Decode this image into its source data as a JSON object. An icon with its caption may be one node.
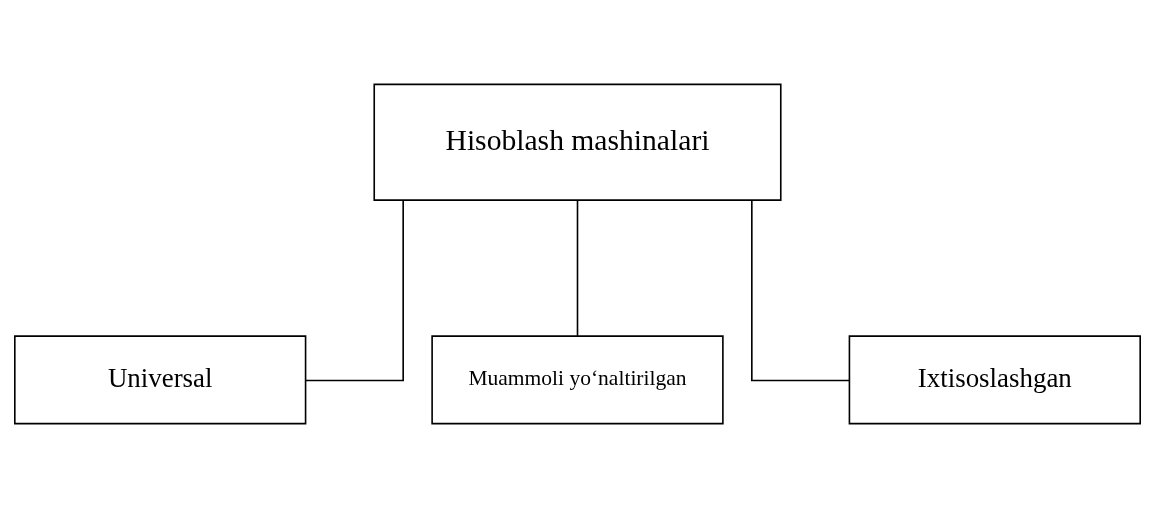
{
  "diagram": {
    "nodes": [
      {
        "text": [
          "Hisoblash mashinalari"
        ]
      },
      {
        "text": [
          "Universal"
        ]
      },
      {
        "text": [
          "Muammoli yo‘naltirilgan"
        ]
      },
      {
        "text": [
          "Ixtisoslashgan"
        ]
      }
    ],
    "edges": [
      {
        "from": 0,
        "to": 1,
        "arrow": "none"
      },
      {
        "from": 0,
        "to": 2,
        "arrow": "none"
      },
      {
        "from": 0,
        "to": 3,
        "arrow": "none"
      }
    ]
  }
}
